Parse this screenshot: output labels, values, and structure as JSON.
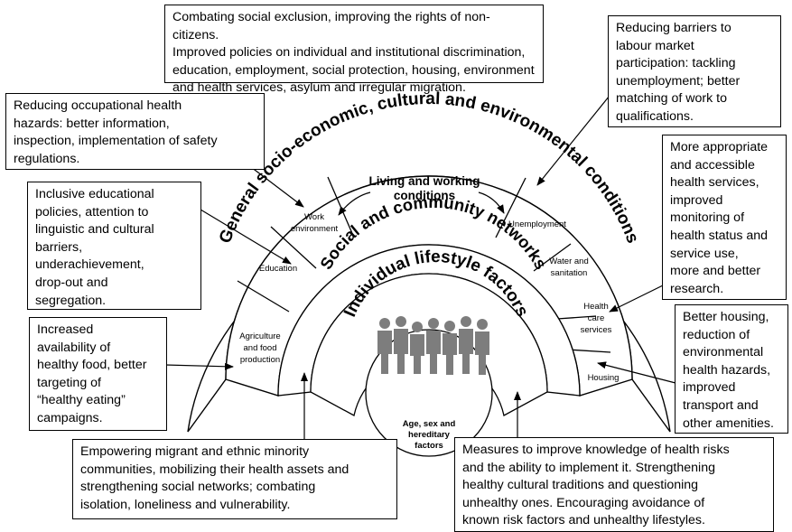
{
  "rings": {
    "outer": "General socio-economic, cultural and environmental conditions",
    "middle": "Social and community networks",
    "inner": "Individual lifestyle factors",
    "core": [
      "Age, sex and",
      "hereditary",
      "factors"
    ],
    "living_working": [
      "Living and working",
      "conditions"
    ]
  },
  "segments": {
    "agriculture": [
      "Agriculture",
      "and food",
      "production"
    ],
    "education": [
      "Education"
    ],
    "work": [
      "Work",
      "environment"
    ],
    "unemployment": [
      "Unemployment"
    ],
    "water": [
      "Water and",
      "sanitation"
    ],
    "health_care": [
      "Health",
      "care",
      "services"
    ],
    "housing": [
      "Housing"
    ]
  },
  "boxes": {
    "social_exclusion": [
      "Combating social exclusion, improving the rights of non-citizens.",
      "Improved policies on individual and institutional discrimination,",
      "education, employment, social protection, housing, environment",
      "and health services, asylum and irregular migration."
    ],
    "labour": [
      "Reducing barriers to",
      "labour market",
      "participation: tackling",
      "unemployment; better",
      "matching of work to",
      "qualifications."
    ],
    "occupational": [
      "Reducing occupational health",
      "hazards: better information,",
      "inspection, implementation of safety",
      "regulations."
    ],
    "health_services": [
      "More appropriate",
      "and accessible",
      "health services,",
      "improved",
      "monitoring of",
      "health status and",
      "service use,",
      "more and better",
      "research."
    ],
    "educational": [
      "Inclusive educational",
      "policies, attention to",
      "linguistic and cultural",
      "barriers,",
      "underachievement,",
      "drop-out and",
      "segregation."
    ],
    "food": [
      "Increased",
      "availability of",
      "healthy food, better",
      "targeting of",
      "“healthy eating”",
      "campaigns."
    ],
    "housing": [
      "Better housing,",
      "reduction of",
      "environmental",
      "health hazards,",
      "improved",
      "transport and",
      "other amenities."
    ],
    "communities": [
      "Empowering migrant and ethnic minority",
      "communities, mobilizing their health assets and",
      "strengthening social networks; combating",
      "isolation, loneliness and vulnerability."
    ],
    "knowledge": [
      "Measures to improve knowledge of health risks",
      "and the ability to implement it. Strengthening",
      "healthy cultural traditions and questioning",
      "unhealthy ones. Encouraging avoidance of",
      "known risk factors and unhealthy lifestyles."
    ]
  }
}
